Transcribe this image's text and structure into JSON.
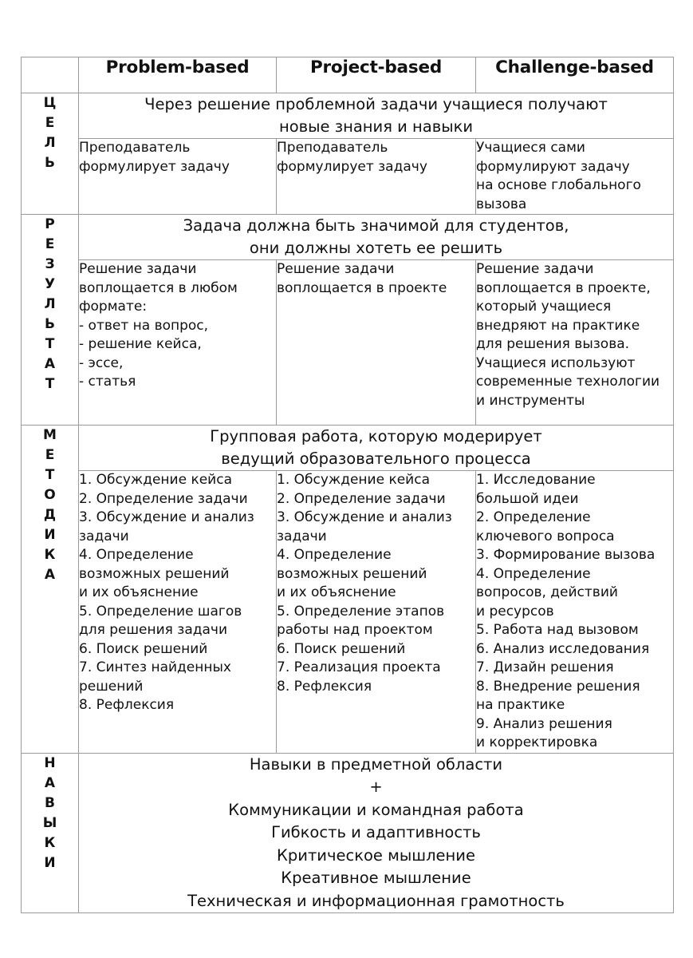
{
  "table": {
    "columns": [
      {
        "id": "problem",
        "label": "Problem-based"
      },
      {
        "id": "project",
        "label": "Project-based"
      },
      {
        "id": "challenge",
        "label": "Challenge-based"
      }
    ],
    "sections": [
      {
        "id": "goal",
        "label": "ЦЕЛЬ",
        "label_letters": [
          "Ц",
          "Е",
          "Л",
          "Ь"
        ],
        "intro": [
          "Через решение проблемной задачи учащиеся получают",
          "новые знания и навыки"
        ],
        "cells": [
          [
            "Преподаватель",
            "формулирует задачу"
          ],
          [
            "Преподаватель",
            "формулирует задачу"
          ],
          [
            "Учащиеся сами",
            "формулируют задачу",
            "на основе глобального",
            "вызова"
          ]
        ]
      },
      {
        "id": "result",
        "label": "РЕЗУЛЬТАТ",
        "label_letters": [
          "Р",
          "Е",
          "З",
          "У",
          "Л",
          "Ь",
          "Т",
          "А",
          "Т"
        ],
        "intro": [
          "Задача должна быть значимой для студентов,",
          "они должны хотеть ее решить"
        ],
        "cells": [
          [
            "Решение задачи",
            "воплощается в любом",
            "формате:",
            "- ответ на вопрос,",
            "- решение кейса,",
            "- эссе,",
            "- статья"
          ],
          [
            "Решение задачи",
            "воплощается в проекте"
          ],
          [
            "Решение задачи",
            "воплощается в проекте,",
            "который учащиеся",
            "внедряют на практике",
            "для решения вызова.",
            "Учащиеся используют",
            "современные технологии",
            "и инструменты"
          ]
        ]
      },
      {
        "id": "method",
        "label": "МЕТОДИКА",
        "label_letters": [
          "М",
          "Е",
          "Т",
          "О",
          "Д",
          "И",
          "К",
          "А"
        ],
        "intro": [
          "Групповая работа, которую модерирует",
          "ведущий образовательного процесса"
        ],
        "cells": [
          [
            "1. Обсуждение кейса",
            "2. Определение задачи",
            "3. Обсуждение и анализ",
            "задачи",
            "4. Определение",
            "возможных решений",
            "и их объяснение",
            "5. Определение шагов",
            "для решения задачи",
            "6. Поиск решений",
            "7. Синтез найденных",
            "решений",
            "8. Рефлексия"
          ],
          [
            "1. Обсуждение кейса",
            "2. Определение задачи",
            "3. Обсуждение и анализ",
            "задачи",
            "4. Определение",
            "возможных решений",
            "и их объяснение",
            "5. Определение этапов",
            "работы над проектом",
            "6. Поиск решений",
            "7. Реализация проекта",
            "8. Рефлексия"
          ],
          [
            "1. Исследование",
            "большой идеи",
            "2. Определение",
            "ключевого вопроса",
            "3. Формирование вызова",
            "4. Определение",
            "вопросов, действий",
            "и ресурсов",
            "5. Работа над вызовом",
            "6. Анализ исследования",
            "7. Дизайн решения",
            "8. Внедрение решения",
            "на практике",
            "9. Анализ решения",
            "и корректировка"
          ]
        ]
      },
      {
        "id": "skills",
        "label": "НАВЫКИ",
        "label_letters": [
          "Н",
          "А",
          "В",
          "Ы",
          "К",
          "И"
        ],
        "intro": [],
        "skills_lines": [
          "Навыки в предметной области",
          "+",
          "Коммуникации и командная работа",
          "Гибкость и адаптивность",
          "Критическое мышление",
          "Креативное мышление",
          "Техническая и информационная грамотность"
        ]
      }
    ]
  },
  "colors": {
    "grid_line": "#9b9b9b",
    "section_line": "#1a1a1a",
    "text": "#111111",
    "background": "#ffffff"
  }
}
